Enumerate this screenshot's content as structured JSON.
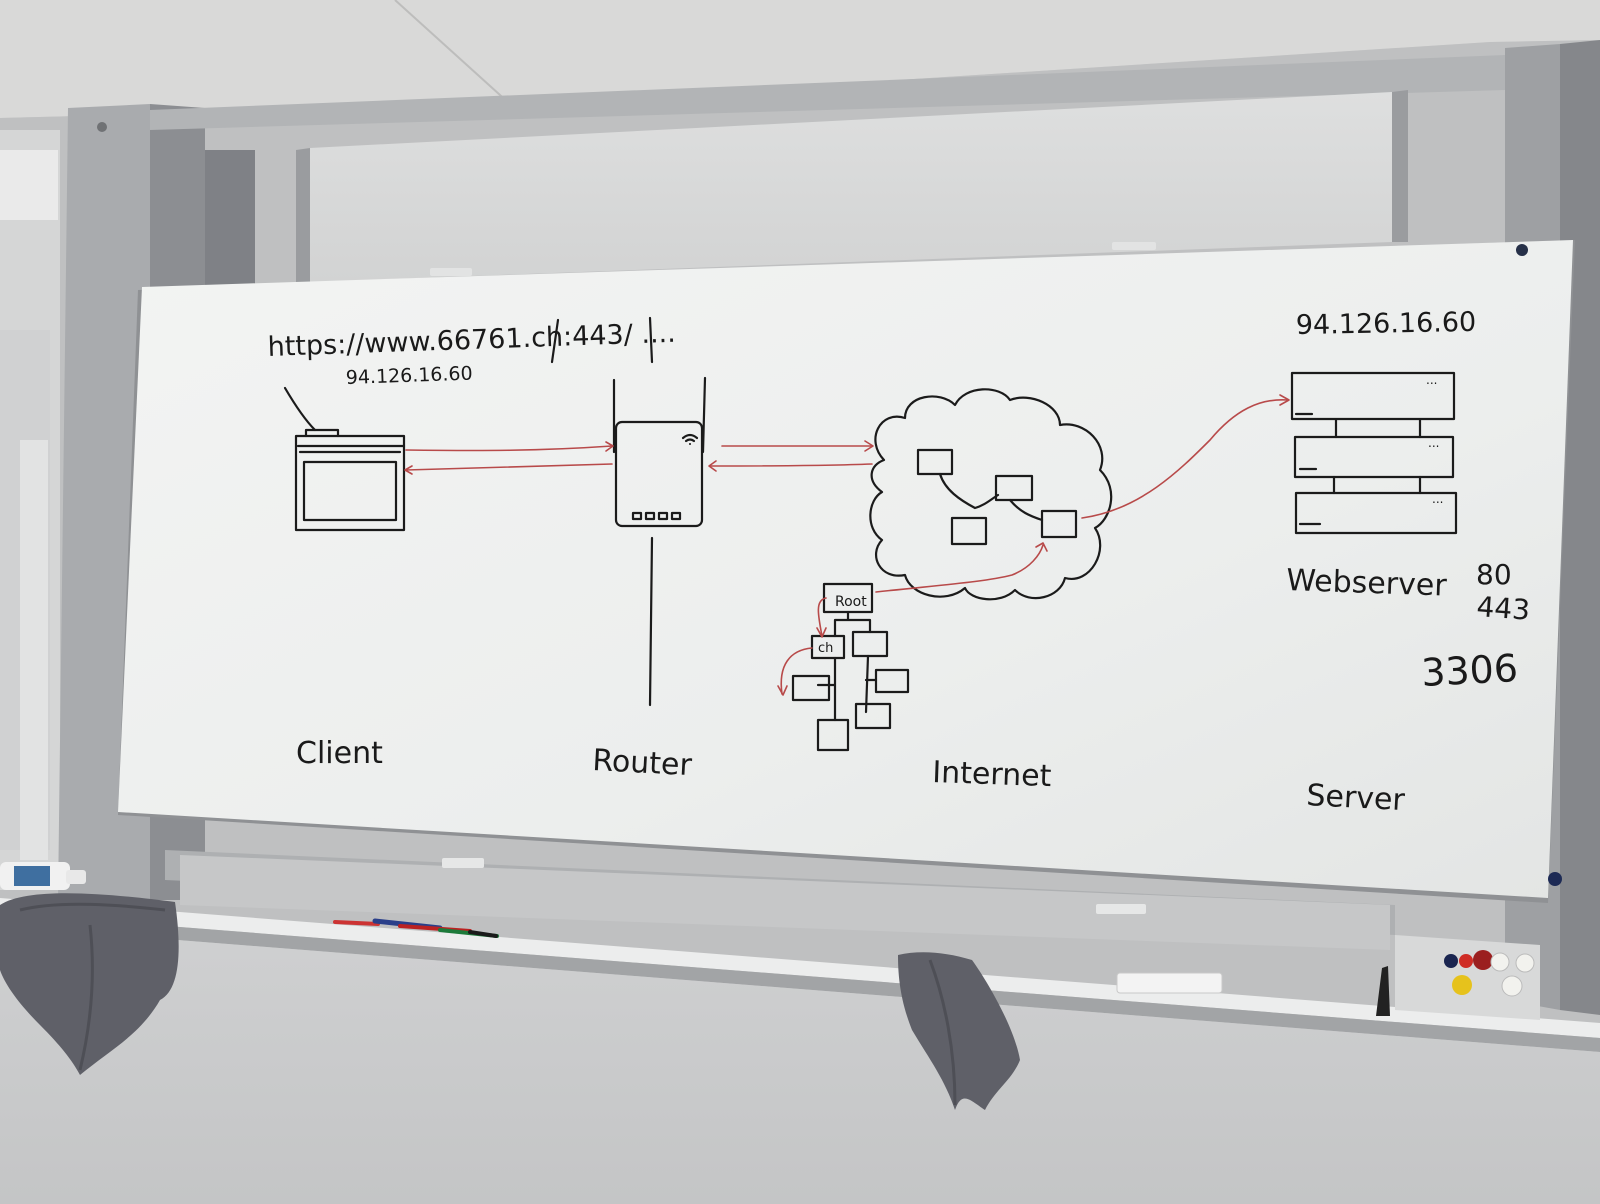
{
  "whiteboard": {
    "url_text": "https://www.66761.ch:443/ ....",
    "client_ip": "94.126.16.60",
    "server_ip": "94.126.16.60",
    "dns_root_label": "Root",
    "dns_ch_label": "ch",
    "webserver_label": "Webserver",
    "ports": [
      "80",
      "443",
      "3306"
    ],
    "column_labels": {
      "client": "Client",
      "router": "Router",
      "internet": "Internet",
      "server": "Server"
    }
  },
  "colors": {
    "ink": "#1b1b1b",
    "red_marker": "#b84a4a",
    "board": "#eef0ef",
    "wall": "#cbcccd",
    "ceiling": "#dcdcdc",
    "towel": "#5e5f66"
  }
}
